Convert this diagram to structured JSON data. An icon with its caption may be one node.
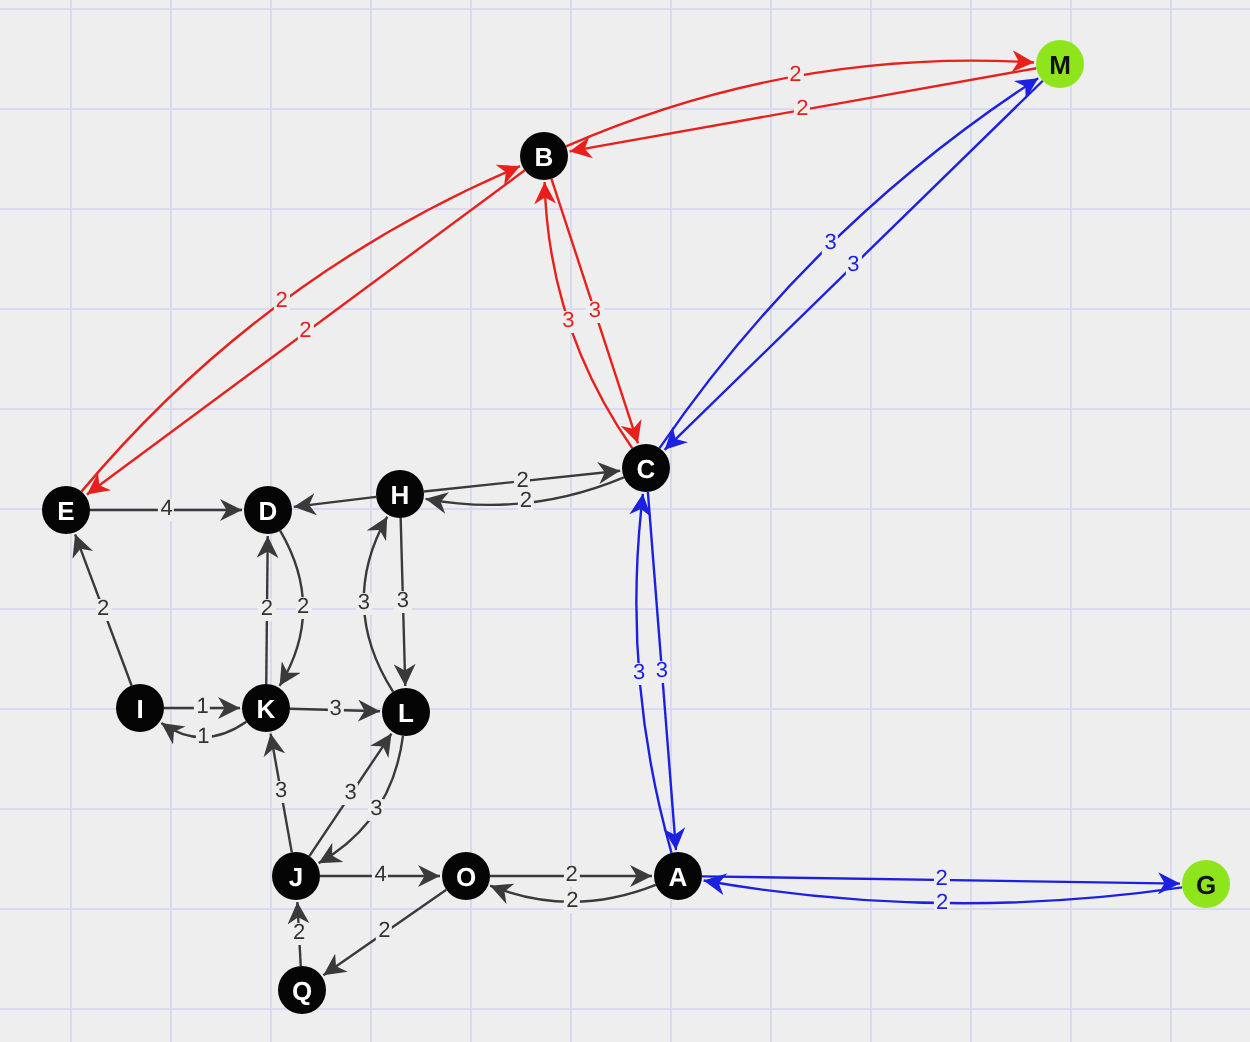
{
  "diagram": {
    "nodes": [
      {
        "text": [
          "M"
        ]
      },
      {
        "text": [
          "B"
        ]
      },
      {
        "text": [
          "E"
        ]
      },
      {
        "text": [
          "D"
        ]
      },
      {
        "text": [
          "H"
        ]
      },
      {
        "text": [
          "C"
        ]
      },
      {
        "text": [
          "I"
        ]
      },
      {
        "text": [
          "K"
        ]
      },
      {
        "text": [
          "L"
        ]
      },
      {
        "text": [
          "J"
        ]
      },
      {
        "text": [
          "O"
        ]
      },
      {
        "text": [
          "A"
        ]
      },
      {
        "text": [
          "G"
        ]
      },
      {
        "text": [
          "Q"
        ]
      }
    ],
    "edges": [
      {
        "from": 1,
        "to": 0,
        "arrow": "to",
        "label": "2",
        "color": "#e8201c"
      },
      {
        "from": 0,
        "to": 1,
        "arrow": "to",
        "label": "2",
        "color": "#e8201c"
      },
      {
        "from": 2,
        "to": 1,
        "arrow": "to",
        "label": "2",
        "color": "#e8201c"
      },
      {
        "from": 1,
        "to": 2,
        "arrow": "to",
        "label": "2",
        "color": "#e8201c"
      },
      {
        "from": 1,
        "to": 5,
        "arrow": "to",
        "label": "3",
        "color": "#e8201c"
      },
      {
        "from": 5,
        "to": 1,
        "arrow": "to",
        "label": "3",
        "color": "#e8201c"
      },
      {
        "from": 0,
        "to": 5,
        "arrow": "to",
        "label": "3",
        "color": "#1c20e0"
      },
      {
        "from": 5,
        "to": 0,
        "arrow": "to",
        "label": "3",
        "color": "#1c20e0"
      },
      {
        "from": 5,
        "to": 11,
        "arrow": "to",
        "label": "3",
        "color": "#1c20e0"
      },
      {
        "from": 11,
        "to": 5,
        "arrow": "to",
        "label": "3",
        "color": "#1c20e0"
      },
      {
        "from": 11,
        "to": 12,
        "arrow": "to",
        "label": "2",
        "color": "#1c20e0"
      },
      {
        "from": 12,
        "to": 11,
        "arrow": "to",
        "label": "2",
        "color": "#1c20e0"
      },
      {
        "from": 4,
        "to": 5,
        "arrow": "to",
        "label": "2"
      },
      {
        "from": 5,
        "to": 4,
        "arrow": "to",
        "label": "2"
      },
      {
        "from": 4,
        "to": 3,
        "arrow": "to"
      },
      {
        "from": 2,
        "to": 3,
        "arrow": "to",
        "label": "4"
      },
      {
        "from": 3,
        "to": 7,
        "arrow": "to",
        "label": "2"
      },
      {
        "from": 7,
        "to": 3,
        "arrow": "to",
        "label": "2"
      },
      {
        "from": 4,
        "to": 8,
        "arrow": "to",
        "label": "3"
      },
      {
        "from": 8,
        "to": 4,
        "arrow": "to",
        "label": "3"
      },
      {
        "from": 6,
        "to": 7,
        "arrow": "to",
        "label": "1"
      },
      {
        "from": 7,
        "to": 6,
        "arrow": "to",
        "label": "1"
      },
      {
        "from": 7,
        "to": 8,
        "arrow": "to",
        "label": "3"
      },
      {
        "from": 6,
        "to": 2,
        "arrow": "to",
        "label": "2"
      },
      {
        "from": 9,
        "to": 7,
        "arrow": "to",
        "label": "3"
      },
      {
        "from": 9,
        "to": 8,
        "arrow": "to",
        "label": "3"
      },
      {
        "from": 8,
        "to": 9,
        "arrow": "to",
        "label": "3"
      },
      {
        "from": 9,
        "to": 10,
        "arrow": "to",
        "label": "4"
      },
      {
        "from": 10,
        "to": 11,
        "arrow": "to",
        "label": "2"
      },
      {
        "from": 11,
        "to": 10,
        "arrow": "to",
        "label": "2"
      },
      {
        "from": 10,
        "to": 13,
        "arrow": "to",
        "label": "2"
      },
      {
        "from": 13,
        "to": 9,
        "arrow": "to",
        "label": "2"
      }
    ]
  }
}
